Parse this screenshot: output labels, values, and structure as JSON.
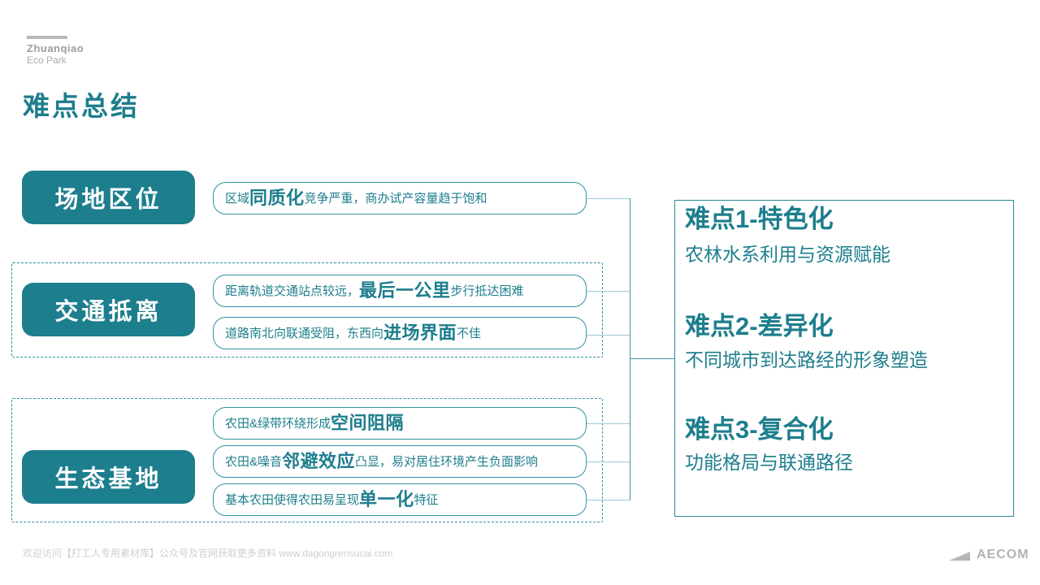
{
  "colors": {
    "accent_teal": "#1d7e8d",
    "box_border_teal": "#2e93a2",
    "connector_light": "#9ccbd4",
    "connector_dark": "#3f93a3",
    "gray_brand": "#9d9d9d",
    "gray_footer": "#cfcfcf"
  },
  "brand": {
    "line1": "Zhuanqiao",
    "line2": "Eco Park"
  },
  "page_title": "难点总结",
  "groups": [
    {
      "label": "场地区位",
      "items": [
        {
          "prefix": "区域",
          "emphasis": "同质化",
          "suffix": "竞争严重，商办试产容量趋于饱和"
        }
      ]
    },
    {
      "label": "交通抵离",
      "items": [
        {
          "prefix": "距离轨道交通站点较远，",
          "emphasis": "最后一公里",
          "suffix": "步行抵达困难"
        },
        {
          "prefix": "道路南北向联通受阻，东西向",
          "emphasis": "进场界面",
          "suffix": "不佳"
        }
      ]
    },
    {
      "label": "生态基地",
      "items": [
        {
          "prefix": "农田&绿带环绕形成",
          "emphasis": "空间阻隔",
          "suffix": ""
        },
        {
          "prefix": "农田&噪音",
          "emphasis": "邻避效应",
          "suffix": "凸显，易对居住环境产生负面影响"
        },
        {
          "prefix": "基本农田使得农田易呈现",
          "emphasis": "单一化",
          "suffix": "特征"
        }
      ]
    }
  ],
  "summary": {
    "items": [
      {
        "title": "难点1-特色化",
        "subtitle": "农林水系利用与资源赋能"
      },
      {
        "title": "难点2-差异化",
        "subtitle": "不同城市到达路经的形象塑造"
      },
      {
        "title": "难点3-复合化",
        "subtitle": "功能格局与联通路径"
      }
    ]
  },
  "footer": {
    "note": "欢迎访问【打工人专用素材库】公众号及官网获取更多资料 www.dagongrensucai.com",
    "logo_text": "AECOM"
  }
}
